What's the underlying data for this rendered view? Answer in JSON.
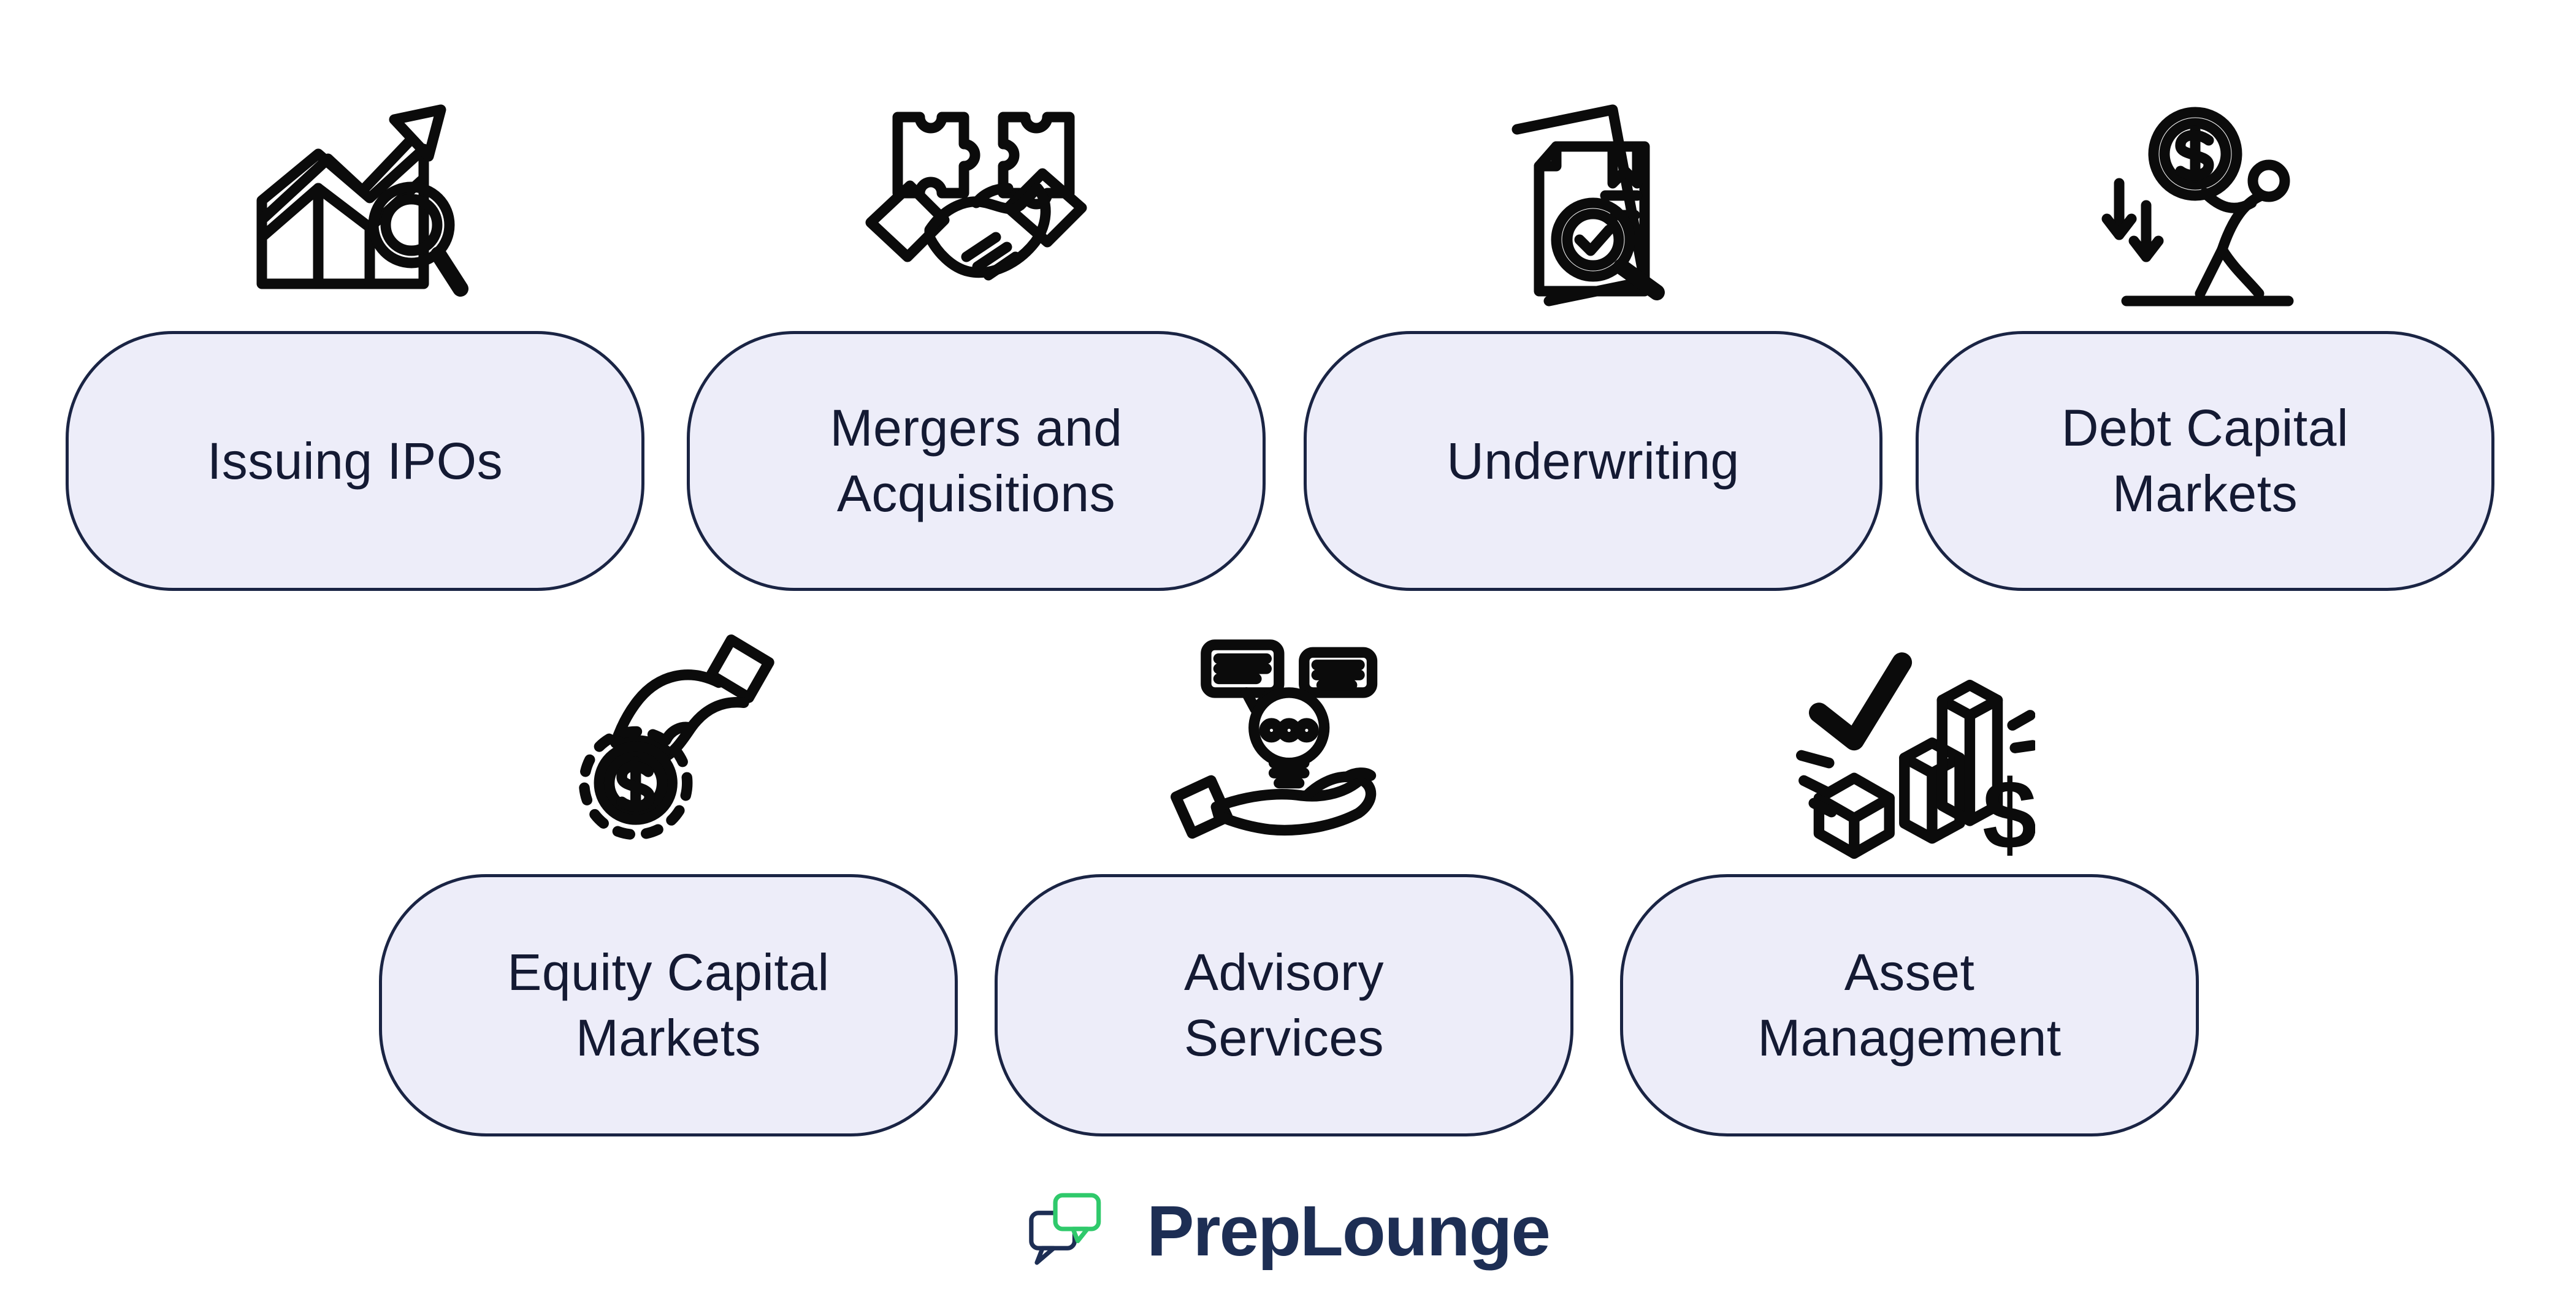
{
  "colors": {
    "page_bg": "#ffffff",
    "pill_fill": "#EDEDF9",
    "pill_border": "#1A2444",
    "pill_text": "#141A33",
    "icon_stroke": "#0b0b0b",
    "logo_navy": "#1D2E54",
    "logo_green": "#2FC96B"
  },
  "services": [
    {
      "id": "issuing-ipos",
      "label": [
        "Issuing IPOs"
      ],
      "icon": "chart-magnifier-icon"
    },
    {
      "id": "mergers-and-acquisitions",
      "label": [
        "Mergers and",
        "Acquisitions"
      ],
      "icon": "puzzle-handshake-icon"
    },
    {
      "id": "underwriting",
      "label": [
        "Underwriting"
      ],
      "icon": "document-check-magnifier-icon"
    },
    {
      "id": "debt-capital-markets",
      "label": [
        "Debt Capital",
        "Markets"
      ],
      "icon": "person-carrying-coin-icon"
    },
    {
      "id": "equity-capital-markets",
      "label": [
        "Equity Capital",
        "Markets"
      ],
      "icon": "hand-holding-coin-icon"
    },
    {
      "id": "advisory-services",
      "label": [
        "Advisory",
        "Services"
      ],
      "icon": "hand-lightbulb-icon"
    },
    {
      "id": "asset-management",
      "label": [
        "Asset",
        "Management"
      ],
      "icon": "check-cubes-dollar-icon"
    }
  ],
  "footer": {
    "brand": "PrepLounge"
  }
}
